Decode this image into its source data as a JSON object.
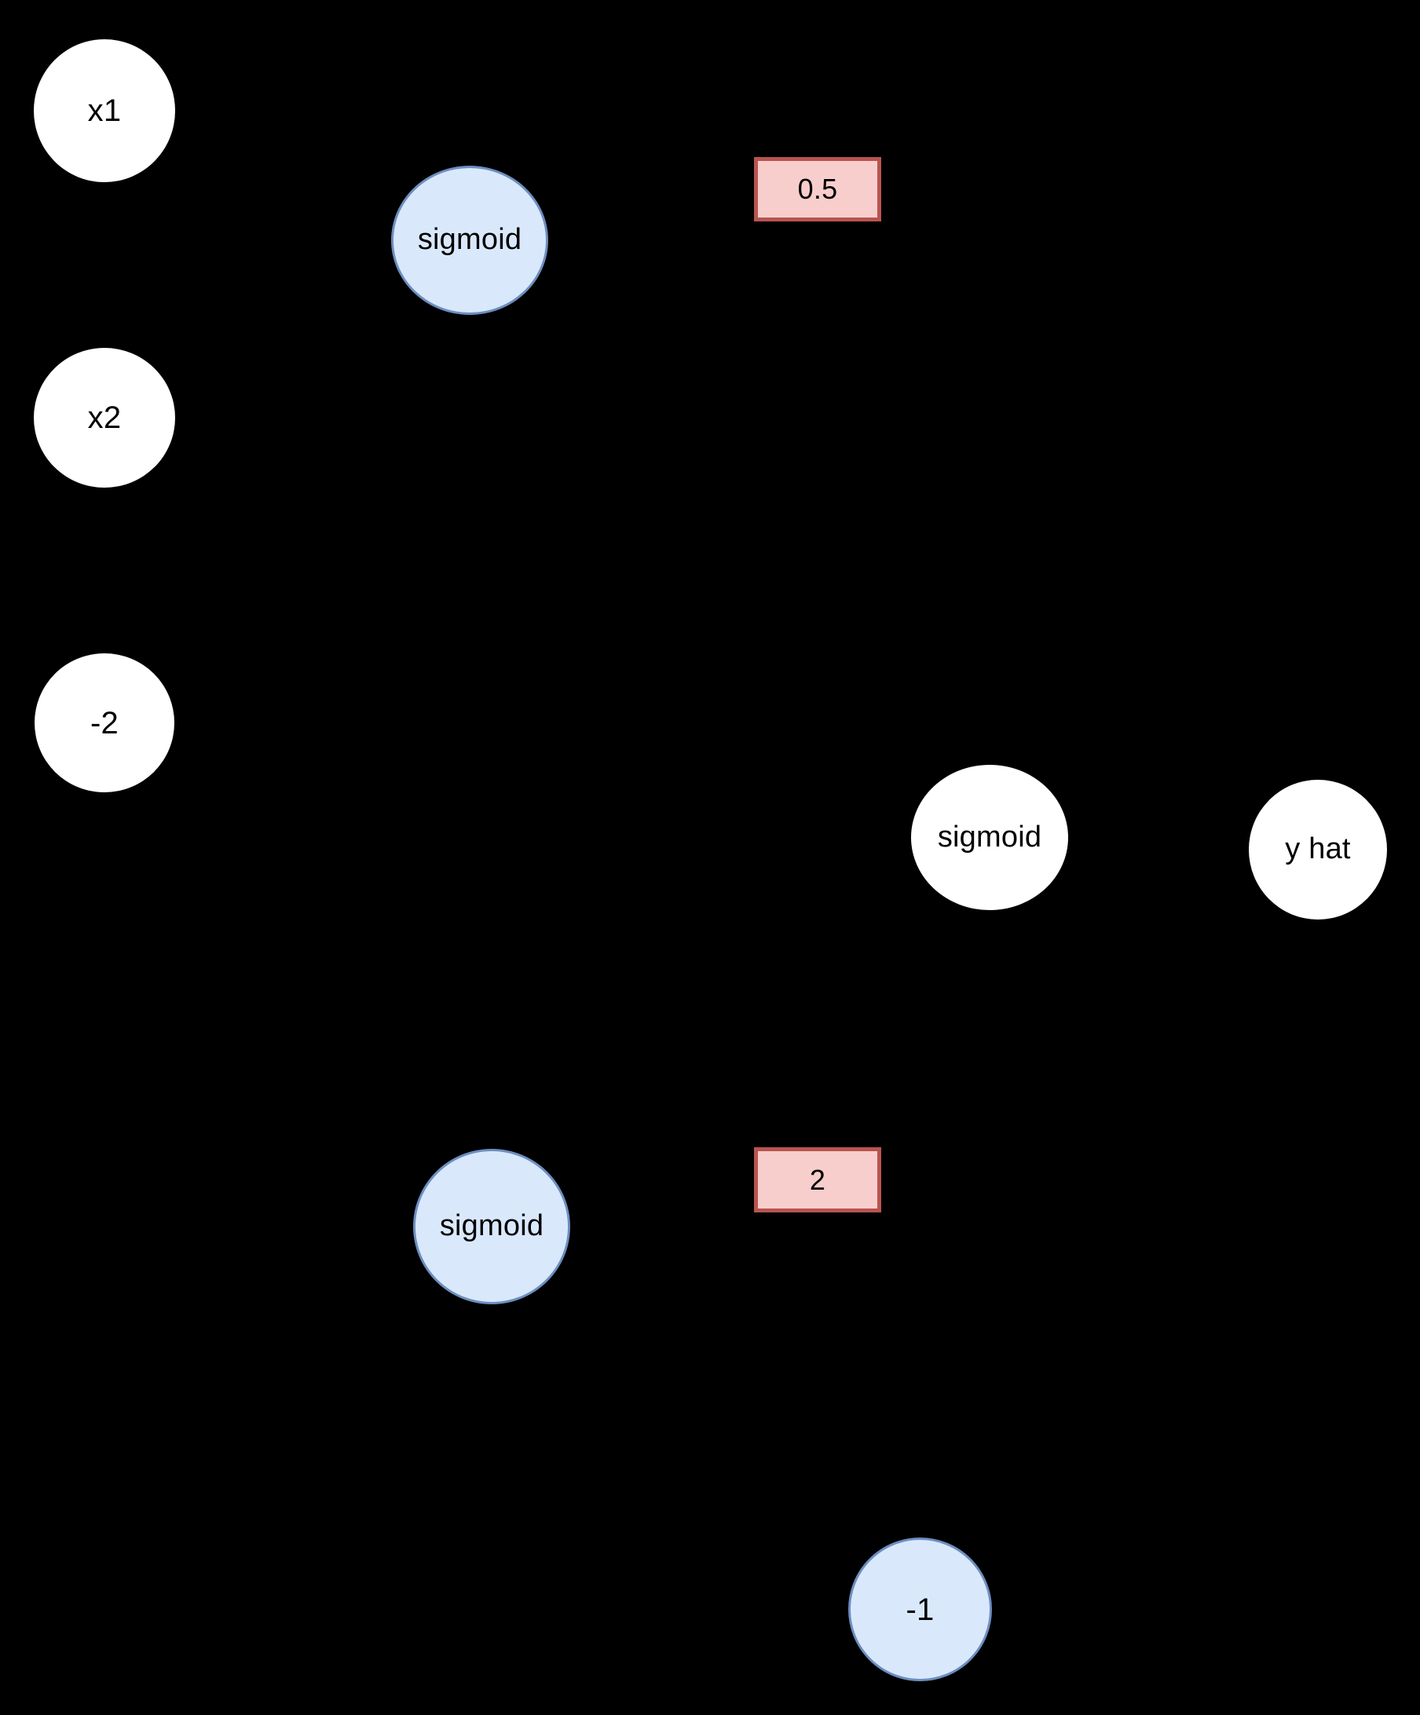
{
  "diagram": {
    "title": "neural-network-sigmoid-diagram",
    "background_color": "#000000",
    "palette": {
      "white_fill": "#ffffff",
      "blue_fill": "#dae8fc",
      "blue_stroke": "#6c8ebf",
      "pink_fill": "#f8cecc",
      "pink_stroke": "#b85450",
      "text_color": "#000000"
    },
    "nodes": [
      {
        "id": "x1",
        "label": "x1",
        "shape": "ellipse",
        "style": "white"
      },
      {
        "id": "x2",
        "label": "x2",
        "shape": "ellipse",
        "style": "white"
      },
      {
        "id": "neg2",
        "label": "-2",
        "shape": "ellipse",
        "style": "white"
      },
      {
        "id": "sig_top",
        "label": "sigmoid",
        "shape": "ellipse",
        "style": "blue"
      },
      {
        "id": "sig_bot",
        "label": "sigmoid",
        "shape": "ellipse",
        "style": "blue"
      },
      {
        "id": "sig_out",
        "label": "sigmoid",
        "shape": "ellipse",
        "style": "white"
      },
      {
        "id": "yhat",
        "label": "y hat",
        "shape": "ellipse",
        "style": "white"
      },
      {
        "id": "neg1",
        "label": "-1",
        "shape": "ellipse",
        "style": "blue"
      },
      {
        "id": "w1",
        "label": "0.5",
        "shape": "rectangle",
        "style": "pink"
      },
      {
        "id": "w2",
        "label": "2",
        "shape": "rectangle",
        "style": "pink"
      }
    ]
  }
}
